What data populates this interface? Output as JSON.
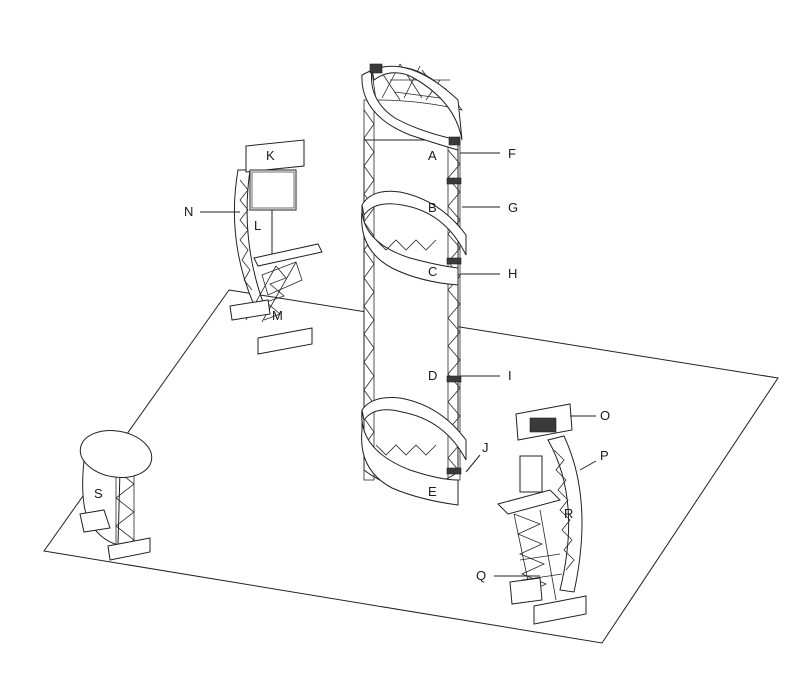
{
  "labels": {
    "A": "A",
    "B": "B",
    "C": "C",
    "D": "D",
    "E": "E",
    "F": "F",
    "G": "G",
    "H": "H",
    "I": "I",
    "J": "J",
    "K": "K",
    "L": "L",
    "M": "M",
    "N": "N",
    "O": "O",
    "P": "P",
    "Q": "Q",
    "R": "R",
    "S": "S"
  }
}
